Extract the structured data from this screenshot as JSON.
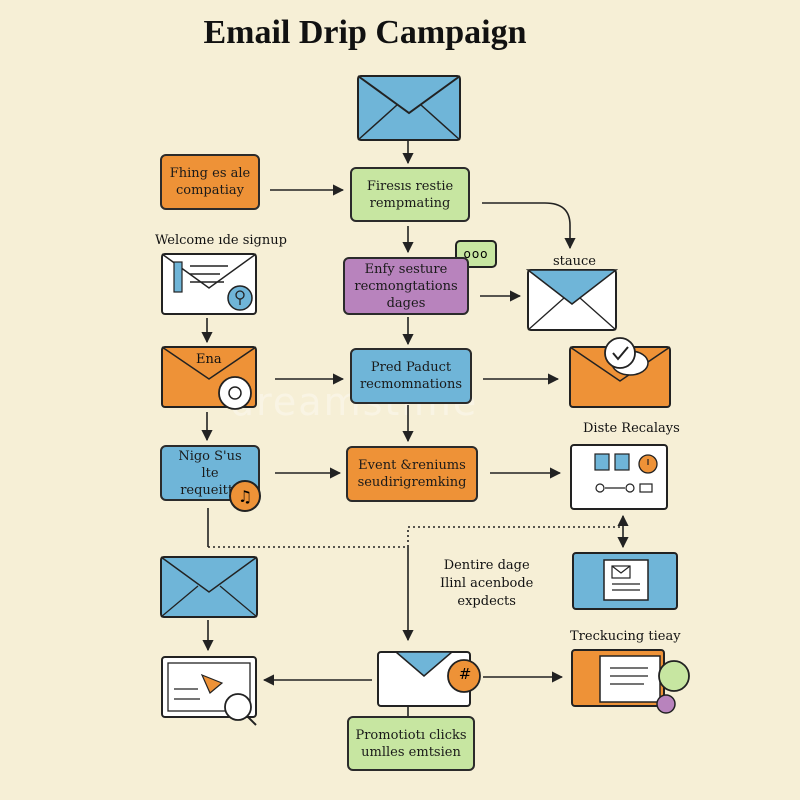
{
  "title": "Email Drip Campaign",
  "nodes": {
    "left_top": "Fhing es ale\ncompatiay",
    "center_top": "Firesıs restie\nrempmating",
    "center_purple": "Enfy sesture\nrecmongtations\ndages",
    "center_blue": "Pred Paduct\nrecmomnations",
    "center_orange": "Event &reniums\nseudirigremking",
    "left_blue": "Nigo S'us lte\nrequeitts",
    "bottom_green": "Promotiotı clicks\numlles emtsien",
    "left_orange_env": "Ena"
  },
  "labels": {
    "welcome": "Welcome ıde signup",
    "stauce": "stauce",
    "diste_recalays": "Diste Recalays",
    "dentire": "Dentire dage\nIlinl acenbode\nexpdects",
    "treckucing": "Treckucing tieay"
  },
  "icons": {
    "stamp_hash": "#",
    "chat_dots": "ooo",
    "music_note": "♫"
  },
  "watermark": "dreamstime",
  "colors": {
    "orange": "#ee9237",
    "green": "#c7e6a1",
    "purple": "#b883bd",
    "blue": "#6fb5d8",
    "background": "#f6efd6"
  }
}
